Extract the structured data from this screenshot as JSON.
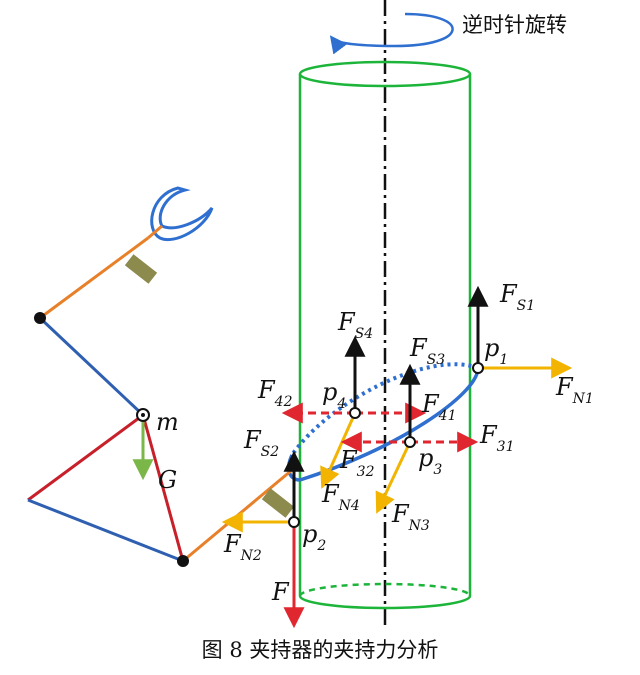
{
  "rotation_label": "逆时针旋转",
  "caption": "图 8  夹持器的夹持力分析",
  "labels": {
    "m": "m",
    "G": "G",
    "F": "F",
    "FS1": {
      "main": "F",
      "sub": "S1"
    },
    "FS2": {
      "main": "F",
      "sub": "S2"
    },
    "FS3": {
      "main": "F",
      "sub": "S3"
    },
    "FS4": {
      "main": "F",
      "sub": "S4"
    },
    "FN1": {
      "main": "F",
      "sub": "N1"
    },
    "FN2": {
      "main": "F",
      "sub": "N2"
    },
    "FN3": {
      "main": "F",
      "sub": "N3"
    },
    "FN4": {
      "main": "F",
      "sub": "N4"
    },
    "F31": {
      "main": "F",
      "sub": "31"
    },
    "F32": {
      "main": "F",
      "sub": "32"
    },
    "F41": {
      "main": "F",
      "sub": "41"
    },
    "F42": {
      "main": "F",
      "sub": "42"
    },
    "p1": {
      "main": "p",
      "sub": "1"
    },
    "p2": {
      "main": "p",
      "sub": "2"
    },
    "p3": {
      "main": "p",
      "sub": "3"
    },
    "p4": {
      "main": "p",
      "sub": "4"
    }
  },
  "colors": {
    "cylinder": "#1db43a",
    "arm_blue": "#2f5fb0",
    "arm_red": "#c8202a",
    "arm_orange": "#e8802a",
    "pad": "#8d8a4e",
    "force_black": "#111111",
    "force_yellow": "#f2b400",
    "force_red": "#e0262f",
    "gravity": "#7ab648",
    "grip_circle": "#2f6fd0",
    "axis": "#111111"
  }
}
